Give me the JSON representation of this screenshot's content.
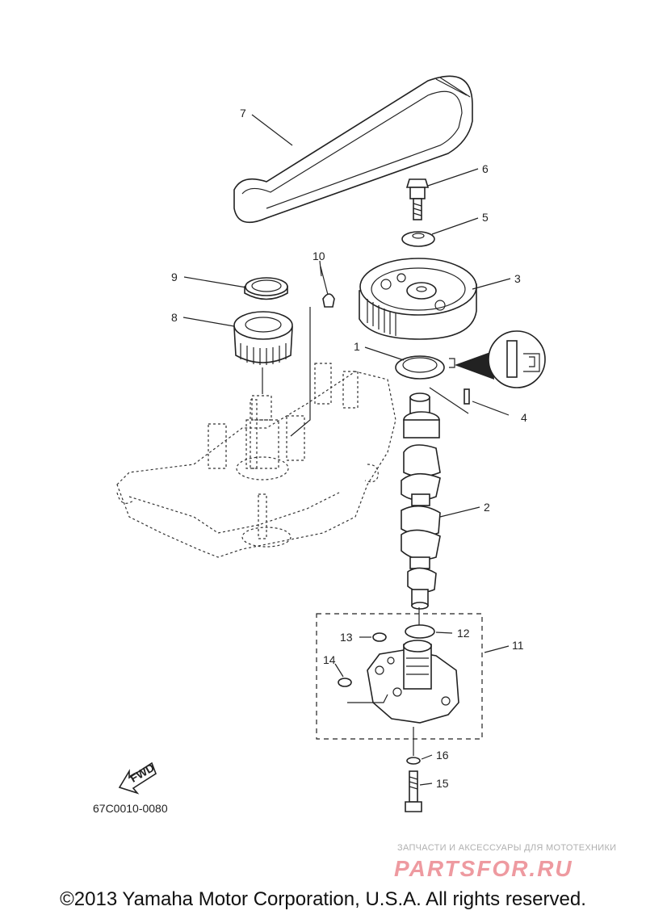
{
  "callouts": [
    {
      "id": "c1",
      "label": "1"
    },
    {
      "id": "c2",
      "label": "2"
    },
    {
      "id": "c3",
      "label": "3"
    },
    {
      "id": "c4",
      "label": "4"
    },
    {
      "id": "c5",
      "label": "5"
    },
    {
      "id": "c6",
      "label": "6"
    },
    {
      "id": "c7",
      "label": "7"
    },
    {
      "id": "c8",
      "label": "8"
    },
    {
      "id": "c9",
      "label": "9"
    },
    {
      "id": "c10",
      "label": "10"
    },
    {
      "id": "c11",
      "label": "11"
    },
    {
      "id": "c12",
      "label": "12"
    },
    {
      "id": "c13",
      "label": "13"
    },
    {
      "id": "c14",
      "label": "14"
    },
    {
      "id": "c15",
      "label": "15"
    },
    {
      "id": "c16",
      "label": "16"
    }
  ],
  "fwd_label": "FWD",
  "diagram_code": "67C0010-0080",
  "watermark": {
    "tagline": "ЗАПЧАСТИ И АКСЕССУАРЫ ДЛЯ МОТОТЕХНИКИ",
    "logo": "PARTSFOR.RU"
  },
  "copyright": "©2013 Yamaha Motor Corporation, U.S.A. All rights reserved.",
  "colors": {
    "line": "#222222",
    "watermark_logo": "#ee9aa0",
    "watermark_text": "#b0b0b0"
  }
}
